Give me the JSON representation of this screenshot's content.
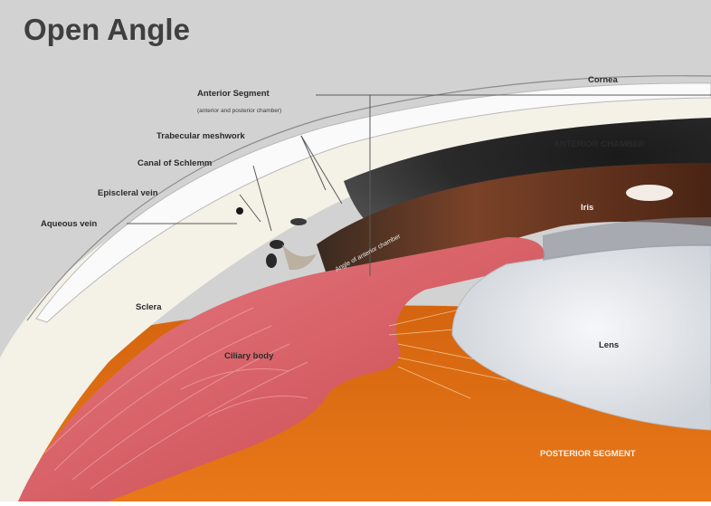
{
  "title": "Open Angle",
  "labels": {
    "cornea": "Cornea",
    "anterior_segment": "Anterior Segment",
    "anterior_segment_sub": "(anterior and posterior chamber)",
    "anterior_chamber": "ANTERIOR CHAMBER",
    "trabecular_meshwork": "Trabecular meshwork",
    "canal_of_schlemm": "Canal of Schlemm",
    "episcleral_vein": "Episcleral vein",
    "aqueous_vein": "Aqueous vein",
    "iris": "Iris",
    "angle": "Angle of anterior chamber",
    "sclera": "Sclera",
    "ciliary_body": "Ciliary body",
    "lens": "Lens",
    "posterior_segment": "POSTERIOR SEGMENT"
  },
  "colors": {
    "background": "#d2d2d2",
    "sclera": "#f4f1e6",
    "ciliary_body": "#d9636a",
    "posterior_segment": "#e06a12",
    "iris": "#6b3a22",
    "lens": "#eceff2"
  }
}
